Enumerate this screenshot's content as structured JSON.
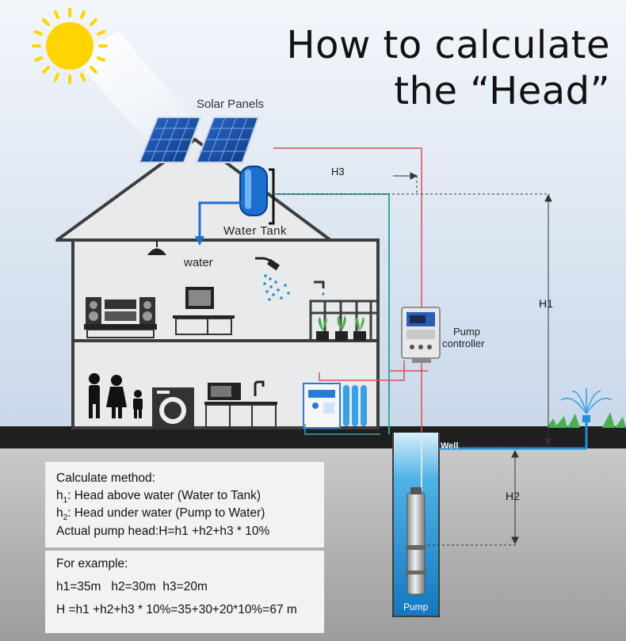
{
  "title": {
    "line1": "How to calculate",
    "line2": "the “Head”"
  },
  "labels": {
    "solar_panels": "Solar Panels",
    "water_tank": "Water Tank",
    "water": "water",
    "pump_controller_line1": "Pump",
    "pump_controller_line2": "controller",
    "well": "Well",
    "pump": "Pump",
    "h1": "H1",
    "h2": "H2",
    "h3": "H3"
  },
  "method": {
    "heading": "Calculate method:",
    "h1_prefix": "h",
    "h1_sub": "1",
    "h1_text": ": Head above water (Water to Tank)",
    "h2_prefix": "h",
    "h2_sub": "2",
    "h2_text": ": Head under water (Pump to Water)",
    "formula": "Actual pump head:H=h1 +h2+h3 * 10%"
  },
  "example": {
    "heading": "For example:",
    "values": "h1=35m   h2=30m  h3=20m",
    "result": "H =h1 +h2+h3 * 10%=35+30+20*10%=67 m"
  },
  "colors": {
    "sky": "#dfe8f4",
    "ground_top": "#222222",
    "ground": "#b8b8b8",
    "house_fill": "#e9eaec",
    "house_stroke": "#4a4a4a",
    "water_blue": "#1e90d6",
    "pipe_teal": "#3aa6a0",
    "wire_red": "#d9534f",
    "sun": "#ffd400"
  },
  "icons": [
    "sun-icon",
    "solar-panel-icon",
    "water-tank-icon",
    "lamp-icon",
    "shower-icon",
    "tap-icon",
    "plant-icon",
    "stereo-icon",
    "tv-icon",
    "family-icon",
    "washing-machine-icon",
    "microwave-icon",
    "sink-icon",
    "water-filter-icon",
    "pump-controller-icon",
    "submersible-pump-icon",
    "sprinkler-icon"
  ]
}
